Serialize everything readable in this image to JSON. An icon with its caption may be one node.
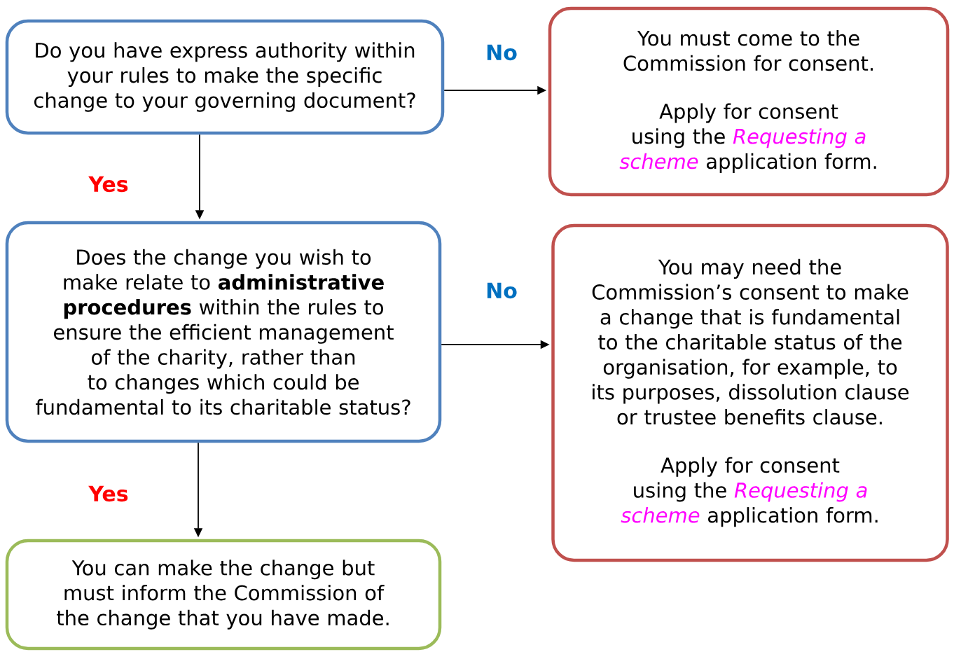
{
  "diagram": {
    "nodes": [
      {
        "text": [
          "Do you have express authority within your rules to make the specific change to your governing document?"
        ]
      },
      {
        "text": [
          "You must come to the Commission for consent.",
          "Apply for consent using the *Requesting a scheme* application form."
        ]
      },
      {
        "text": [
          "Does the change you wish to make relate to **administrative procedures** within the rules to ensure the efficient management of the charity, rather than to changes which could be fundamental to its charitable status?"
        ]
      },
      {
        "text": [
          "You may need the Commission’s consent to make a change that is fundamental to the charitable status of the organisation, for example, to its purposes, dissolution clause or trustee benefits clause.",
          "Apply for consent using the *Requesting a scheme* application form."
        ]
      },
      {
        "text": [
          "You can make the change but must inform the Commission of the change that you have made."
        ]
      }
    ],
    "edges": [
      {
        "from": 0,
        "to": 1,
        "arrow": "to",
        "label": "No"
      },
      {
        "from": 0,
        "to": 2,
        "arrow": "to",
        "label": "Yes"
      },
      {
        "from": 2,
        "to": 3,
        "arrow": "to",
        "label": "No"
      },
      {
        "from": 2,
        "to": 4,
        "arrow": "to",
        "label": "Yes"
      }
    ]
  }
}
